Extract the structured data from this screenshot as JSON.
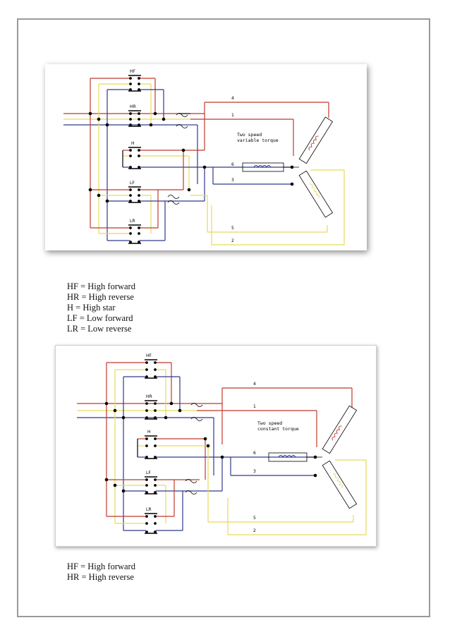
{
  "diagrams": [
    {
      "contactors": [
        "HF",
        "HR",
        "H",
        "LF",
        "LR"
      ],
      "lines": [
        "4",
        "1",
        "6",
        "3",
        "5",
        "2"
      ],
      "note": [
        "Two speed",
        "variable torque"
      ]
    },
    {
      "contactors": [
        "HF",
        "HR",
        "H",
        "LF",
        "LR"
      ],
      "lines": [
        "4",
        "1",
        "6",
        "3",
        "5",
        "2"
      ],
      "note": [
        "Two speed",
        "constant torque"
      ]
    }
  ],
  "legends": [
    [
      "HF = High forward",
      "HR = High reverse",
      "H = High star",
      "LF = Low forward",
      "LR = Low reverse"
    ],
    [
      "HF = High forward",
      "HR = High reverse"
    ]
  ],
  "colors": {
    "red": "#c0392b",
    "yellow": "#e8d95a",
    "blue": "#2e3a8c",
    "black": "#000000"
  }
}
